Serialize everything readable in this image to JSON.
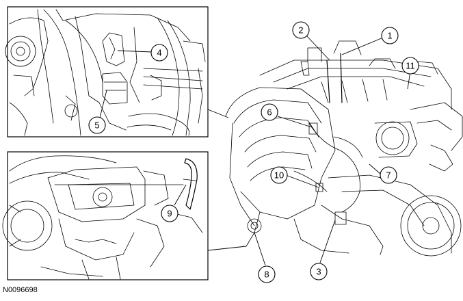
{
  "figure_id": "N0096698",
  "callouts": [
    "1",
    "2",
    "3",
    "4",
    "5",
    "6",
    "7",
    "8",
    "9",
    "10",
    "11"
  ]
}
